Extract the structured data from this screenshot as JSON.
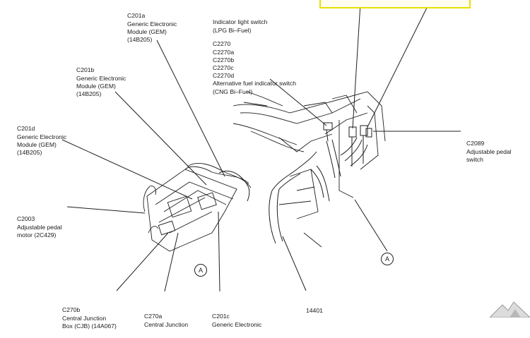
{
  "labels": {
    "c201a": [
      "C201a",
      "Generic Electronic",
      "Module (GEM)",
      "(14B205)"
    ],
    "c201b": [
      "C201b",
      "Generic Electronic",
      "Module (GEM)",
      "(14B205)"
    ],
    "c201d": [
      "C201d",
      "Generic Electronic",
      "Module (GEM)",
      "(14B205)"
    ],
    "c2003": [
      "C2003",
      "Adjustable pedal",
      "motor (2C429)"
    ],
    "lpg": [
      "Indicator light switch",
      "(LPG Bi–Fuel)"
    ],
    "cng": [
      "C2270",
      "C2270a",
      "C2270b",
      "C2270c",
      "C2270d",
      "Alternative fuel indicator switch",
      "(CNG Bi–Fuel)"
    ],
    "c2089": [
      "C2089",
      "Adjustable pedal",
      "switch"
    ],
    "c270b": [
      "C270b",
      "Central Junction",
      "Box (CJB) (14A067)"
    ],
    "c270a": [
      "C270a",
      "Central Junction"
    ],
    "c201c": [
      "C201c",
      "Generic Electronic"
    ],
    "harness": [
      "14401"
    ]
  },
  "view_markers": [
    "A",
    "A"
  ]
}
